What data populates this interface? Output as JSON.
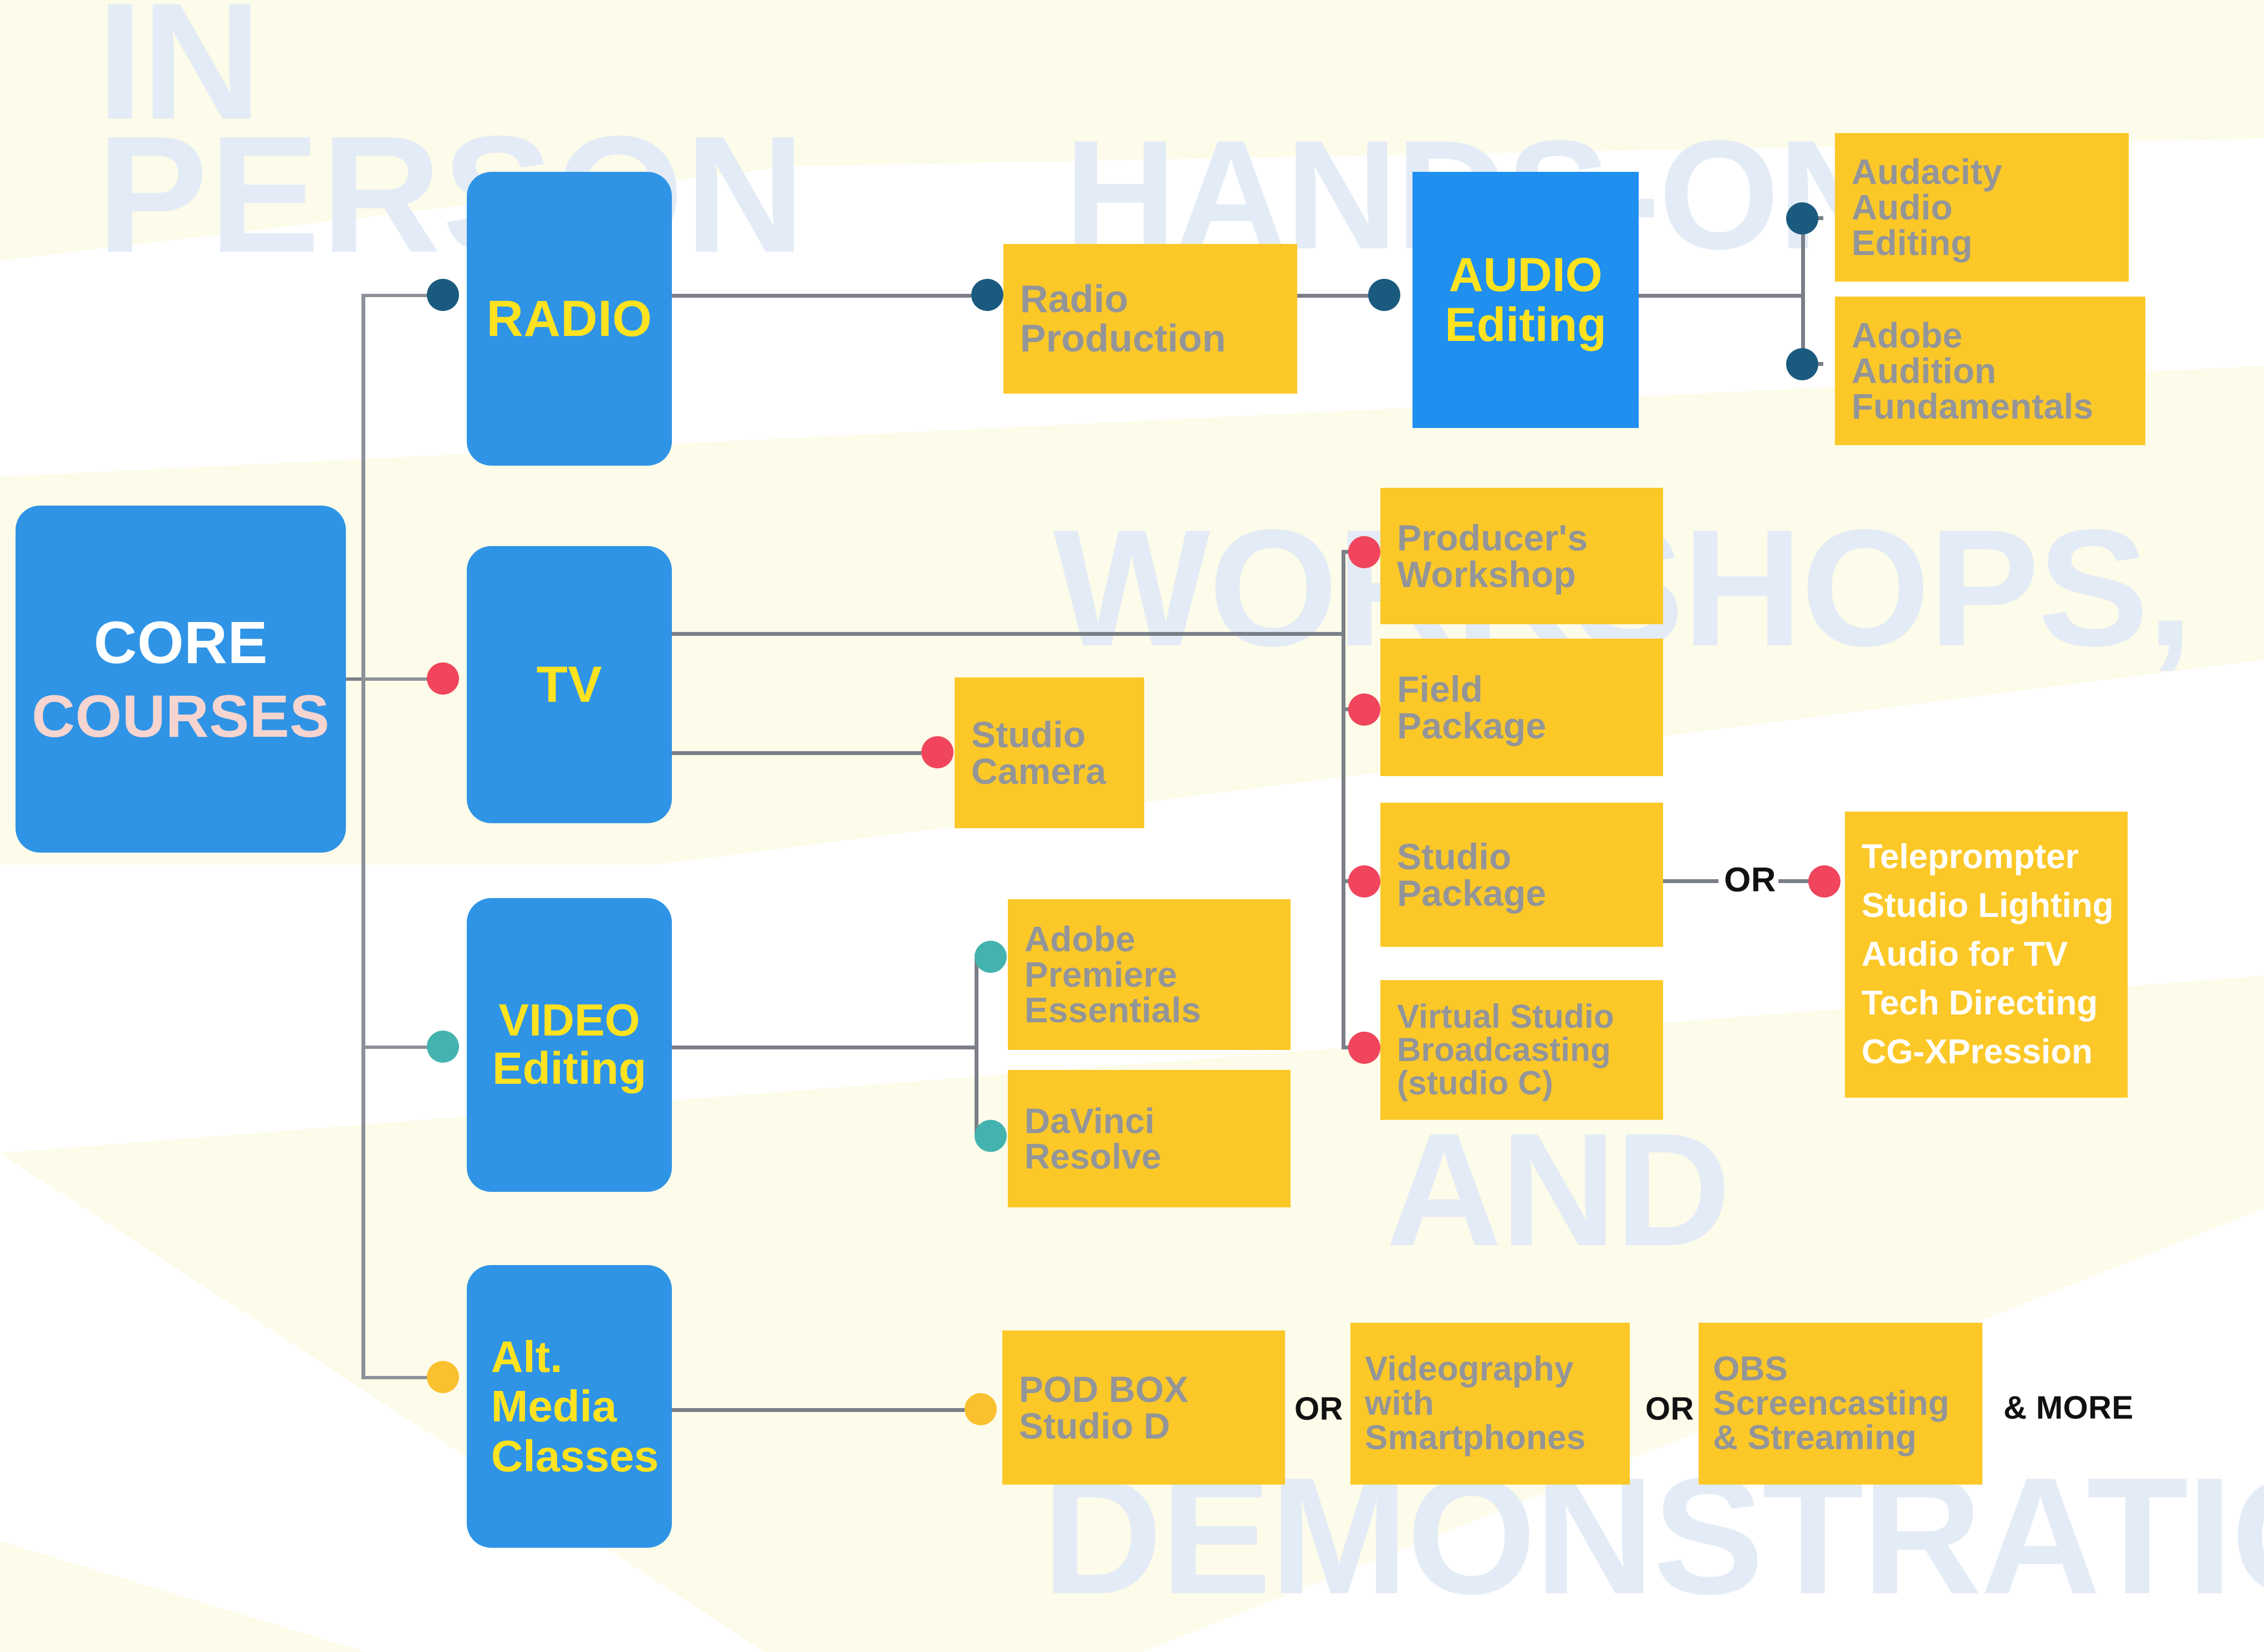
{
  "colors": {
    "blue_node": "#2f94e6",
    "blue_square": "#1f8ff0",
    "yellow_box": "#fbc828",
    "yellow_label_text": "#939598",
    "accent_yellow_text": "#ffe220",
    "dot_navy": "#1a5a7e",
    "dot_red": "#f0455c",
    "dot_teal": "#44b3b0",
    "dot_amber": "#fbc02d",
    "connector": "#7b7f87",
    "watermark": "#e3ecf6",
    "cream": "#fdfbe9",
    "core_courses_subtitle": "#f6d4cf"
  },
  "watermarks": [
    {
      "text": "IN"
    },
    {
      "text": "PERSON"
    },
    {
      "text": "HANDS-ON"
    },
    {
      "text": "WORKSHOPS,"
    },
    {
      "text": "AND"
    },
    {
      "text": "DEMONSTRATIONS"
    }
  ],
  "root": {
    "line1": "CORE",
    "line2": "COURSES"
  },
  "branches": [
    {
      "id": "radio",
      "label": "RADIO",
      "dot": "navy"
    },
    {
      "id": "tv",
      "label": "TV",
      "dot": "red"
    },
    {
      "id": "video-editing",
      "line1": "VIDEO",
      "line2": "Editing",
      "dot": "teal"
    },
    {
      "id": "alt-media",
      "line1": "Alt.",
      "line2": "Media",
      "line3": "Classes",
      "dot": "amber"
    }
  ],
  "radio_branch": {
    "radio_production": "Radio\nProduction",
    "audio_editing_line1": "AUDIO",
    "audio_editing_line2": "Editing",
    "outputs": [
      "Audacity\nAudio\nEditing",
      "Adobe\nAudition\nFundamentals"
    ]
  },
  "tv_branch": {
    "studio_camera": "Studio\nCamera",
    "packages": [
      "Producer's\nWorkshop",
      "Field\nPackage",
      "Studio\nPackage",
      "Virtual Studio\nBroadcasting\n(studio C)"
    ],
    "or_label": "OR",
    "studio_package_options": [
      "Teleprompter",
      "Studio Lighting",
      "Audio for TV",
      "Tech Directing",
      "CG-XPression"
    ]
  },
  "video_branch": {
    "tools": [
      "Adobe\nPremiere\nEssentials",
      "DaVinci\nResolve"
    ]
  },
  "alt_media_branch": {
    "items": [
      "POD BOX\nStudio D",
      "Videography\nwith\nSmartphones",
      "OBS\nScreencasting\n& Streaming"
    ],
    "or_label": "OR",
    "and_more_label": "& MORE"
  }
}
